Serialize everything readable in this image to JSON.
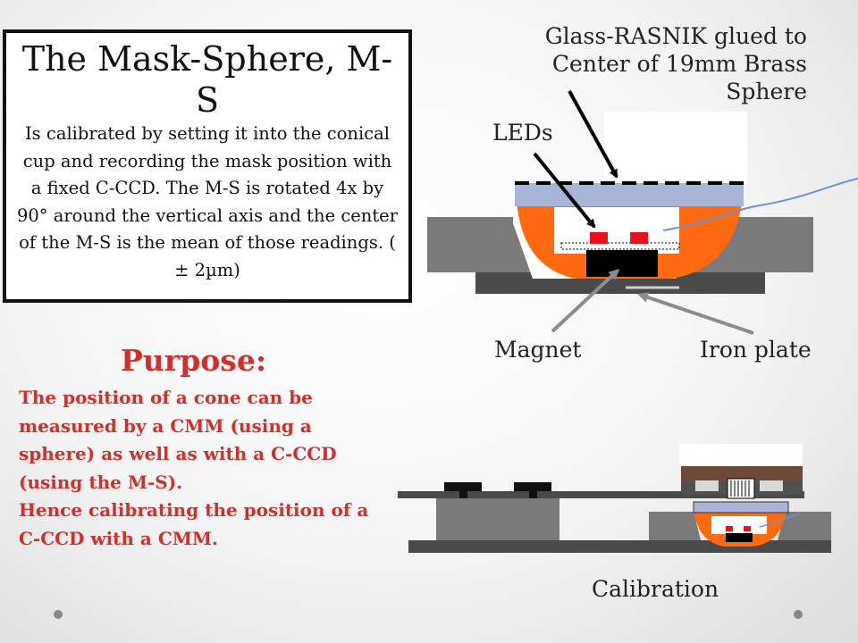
{
  "text_box": {
    "title": "The Mask-Sphere, M-S",
    "body": "Is calibrated by setting it into the conical cup and recording the mask position with a fixed C-CCD.  The M-S is rotated 4x by 90° around the vertical axis  and the center of the M-S is the mean of those readings. ( ± 2µm)"
  },
  "labels": {
    "glass_rasnik": "Glass-RASNIK  glued to Center of 19mm Brass Sphere",
    "leds": "LEDs",
    "magnet": "Magnet",
    "iron_plate": "Iron plate",
    "calibration": "Calibration"
  },
  "purpose": {
    "title": "Purpose:",
    "body": "The position of a cone can be measured by a CMM (using a sphere) as well as with a C-CCD (using the M-S).\nHence calibrating the position of a C-CCD with a CMM."
  },
  "colors": {
    "accent_red": "#d0302a",
    "sphere_orange": "#ff6a10",
    "glass_blue": "#a9b5d8",
    "led_red": "#e8101c",
    "block_gray": "#7a7a7a",
    "base_dark": "#4a4a4a",
    "wire_blue": "#6f8fd8"
  }
}
